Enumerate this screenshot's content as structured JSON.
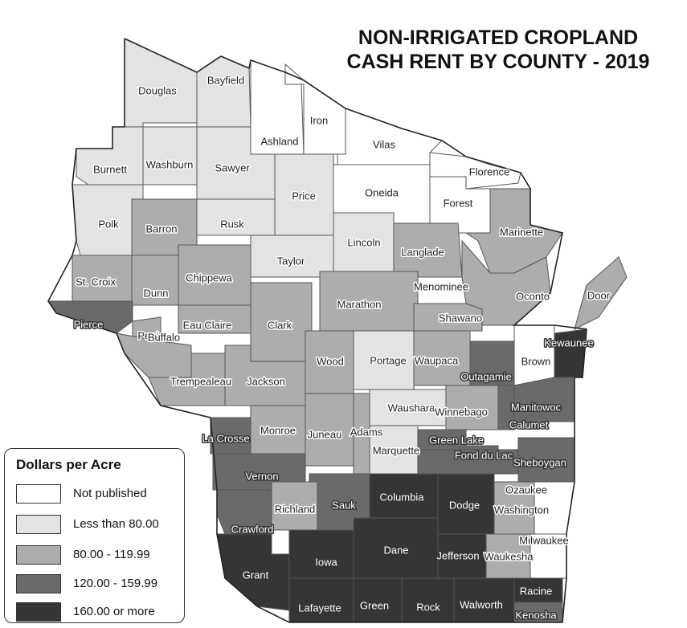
{
  "title": {
    "line1": "NON-IRRIGATED CROPLAND",
    "line2": "CASH RENT BY COUNTY - 2019"
  },
  "legend": {
    "title": "Dollars per Acre",
    "items": [
      {
        "key": "np",
        "label": "Not published",
        "color": "#ffffff"
      },
      {
        "key": "lt80",
        "label": "Less than 80.00",
        "color": "#e3e3e3"
      },
      {
        "key": "c80",
        "label": "80.00 - 119.99",
        "color": "#adadad"
      },
      {
        "key": "c120",
        "label": "120.00 - 159.99",
        "color": "#6a6a6a"
      },
      {
        "key": "c160",
        "label": "160.00 or more",
        "color": "#353535"
      }
    ]
  },
  "counties": [
    {
      "name": "Douglas",
      "cat": "lt80"
    },
    {
      "name": "Bayfield",
      "cat": "lt80"
    },
    {
      "name": "Ashland",
      "cat": "np"
    },
    {
      "name": "Iron",
      "cat": "np"
    },
    {
      "name": "Vilas",
      "cat": "np"
    },
    {
      "name": "Florence",
      "cat": "np"
    },
    {
      "name": "Burnett",
      "cat": "lt80"
    },
    {
      "name": "Washburn",
      "cat": "lt80"
    },
    {
      "name": "Sawyer",
      "cat": "lt80"
    },
    {
      "name": "Price",
      "cat": "lt80"
    },
    {
      "name": "Oneida",
      "cat": "np"
    },
    {
      "name": "Forest",
      "cat": "np"
    },
    {
      "name": "Polk",
      "cat": "lt80"
    },
    {
      "name": "Barron",
      "cat": "c80"
    },
    {
      "name": "Rusk",
      "cat": "lt80"
    },
    {
      "name": "Lincoln",
      "cat": "lt80"
    },
    {
      "name": "Taylor",
      "cat": "lt80"
    },
    {
      "name": "Langlade",
      "cat": "c80"
    },
    {
      "name": "Marinette",
      "cat": "c80"
    },
    {
      "name": "St. Croix",
      "cat": "c80"
    },
    {
      "name": "Dunn",
      "cat": "c80"
    },
    {
      "name": "Chippewa",
      "cat": "c80"
    },
    {
      "name": "Menominee",
      "cat": "np"
    },
    {
      "name": "Oconto",
      "cat": "c80"
    },
    {
      "name": "Door",
      "cat": "c80"
    },
    {
      "name": "Pierce",
      "cat": "c120"
    },
    {
      "name": "Pepin",
      "cat": "c80"
    },
    {
      "name": "Eau Claire",
      "cat": "c80"
    },
    {
      "name": "Clark",
      "cat": "c80"
    },
    {
      "name": "Marathon",
      "cat": "c80"
    },
    {
      "name": "Shawano",
      "cat": "c80"
    },
    {
      "name": "Kewaunee",
      "cat": "c160"
    },
    {
      "name": "Buffalo",
      "cat": "c80"
    },
    {
      "name": "Wood",
      "cat": "c80"
    },
    {
      "name": "Portage",
      "cat": "lt80"
    },
    {
      "name": "Waupaca",
      "cat": "c80"
    },
    {
      "name": "Brown",
      "cat": "np"
    },
    {
      "name": "Outagamie",
      "cat": "c120"
    },
    {
      "name": "Trempealeau",
      "cat": "c80"
    },
    {
      "name": "Jackson",
      "cat": "c80"
    },
    {
      "name": "Waushara",
      "cat": "lt80"
    },
    {
      "name": "Winnebago",
      "cat": "c80"
    },
    {
      "name": "Manitowoc",
      "cat": "c120"
    },
    {
      "name": "Calumet",
      "cat": "c120"
    },
    {
      "name": "La Crosse",
      "cat": "c120"
    },
    {
      "name": "Monroe",
      "cat": "c80"
    },
    {
      "name": "Juneau",
      "cat": "c80"
    },
    {
      "name": "Adams",
      "cat": "c80"
    },
    {
      "name": "Marquette",
      "cat": "lt80"
    },
    {
      "name": "Green Lake",
      "cat": "c120"
    },
    {
      "name": "Fond du Lac",
      "cat": "c120"
    },
    {
      "name": "Sheboygan",
      "cat": "c120"
    },
    {
      "name": "Vernon",
      "cat": "c120"
    },
    {
      "name": "Richland",
      "cat": "c80"
    },
    {
      "name": "Sauk",
      "cat": "c120"
    },
    {
      "name": "Columbia",
      "cat": "c160"
    },
    {
      "name": "Dodge",
      "cat": "c160"
    },
    {
      "name": "Ozaukee",
      "cat": "c80"
    },
    {
      "name": "Washington",
      "cat": "c80"
    },
    {
      "name": "Crawford",
      "cat": "c120"
    },
    {
      "name": "Grant",
      "cat": "c160"
    },
    {
      "name": "Iowa",
      "cat": "c160"
    },
    {
      "name": "Dane",
      "cat": "c160"
    },
    {
      "name": "Jefferson",
      "cat": "c160"
    },
    {
      "name": "Waukesha",
      "cat": "c80"
    },
    {
      "name": "Milwaukee",
      "cat": "np"
    },
    {
      "name": "Lafayette",
      "cat": "c160"
    },
    {
      "name": "Green",
      "cat": "c160"
    },
    {
      "name": "Rock",
      "cat": "c160"
    },
    {
      "name": "Walworth",
      "cat": "c160"
    },
    {
      "name": "Racine",
      "cat": "c160"
    },
    {
      "name": "Kenosha",
      "cat": "c120"
    }
  ]
}
